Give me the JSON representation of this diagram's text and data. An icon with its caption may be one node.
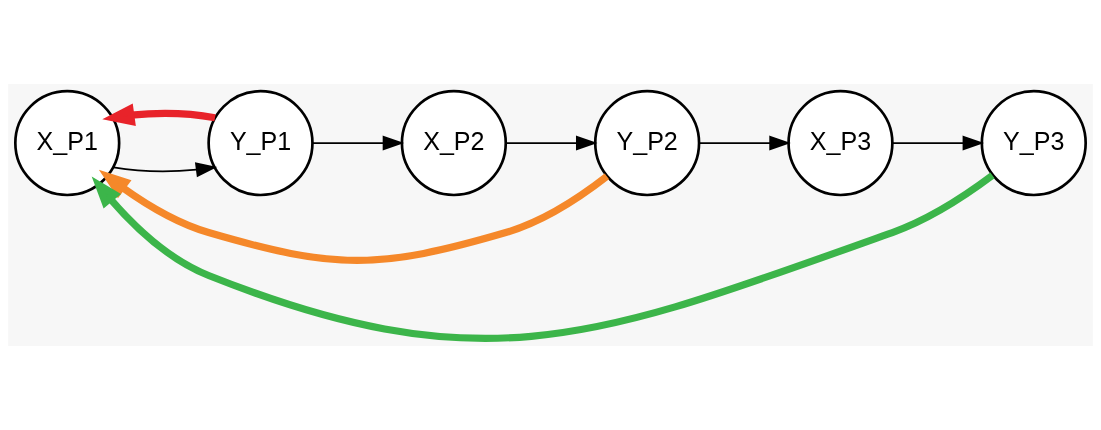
{
  "diagram": {
    "nodes": [
      {
        "text": [
          "X_P1"
        ]
      },
      {
        "text": [
          "Y_P1"
        ]
      },
      {
        "text": [
          "X_P2"
        ]
      },
      {
        "text": [
          "Y_P2"
        ]
      },
      {
        "text": [
          "X_P3"
        ]
      },
      {
        "text": [
          "Y_P3"
        ]
      }
    ],
    "edges": [
      {
        "from": 0,
        "to": 1,
        "arrow": "to"
      },
      {
        "from": 1,
        "to": 2,
        "arrow": "to"
      },
      {
        "from": 2,
        "to": 3,
        "arrow": "to"
      },
      {
        "from": 3,
        "to": 4,
        "arrow": "to"
      },
      {
        "from": 4,
        "to": 5,
        "arrow": "to"
      },
      {
        "from": 1,
        "to": 0,
        "arrow": "to",
        "style": "thick",
        "color": "#e8232a"
      },
      {
        "from": 3,
        "to": 0,
        "arrow": "to",
        "style": "thick",
        "color": "#f5882a"
      },
      {
        "from": 5,
        "to": 0,
        "arrow": "to",
        "style": "thick",
        "color": "#3cb54a"
      }
    ]
  }
}
